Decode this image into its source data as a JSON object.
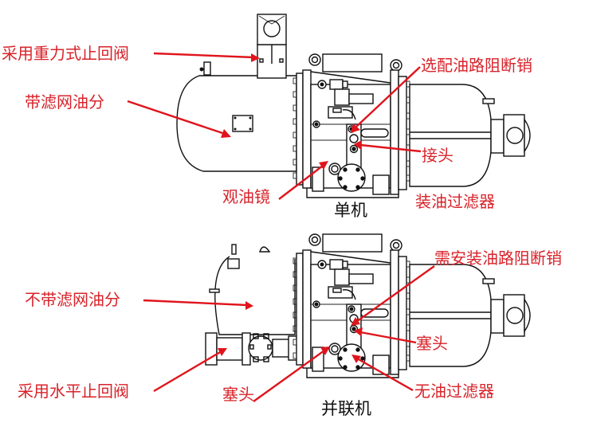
{
  "diagram": {
    "colors": {
      "label": "#d8232a",
      "arrow": "#e0141c",
      "line": "#111111",
      "caption": "#111111"
    },
    "single_unit": {
      "caption": "单机",
      "labels": {
        "check_valve": "采用重力式止回阀",
        "oil_separator": "带滤网油分",
        "sight_glass": "观油镜",
        "shutoff_pin": "选配油路阻断销",
        "fitting": "接头",
        "oil_filter": "装油过滤器"
      }
    },
    "parallel_unit": {
      "caption": "并联机",
      "labels": {
        "oil_separator": "不带滤网油分",
        "check_valve": "采用水平止回阀",
        "plug_left": "塞头",
        "shutoff_pin": "需安装油路阻断销",
        "plug_right": "塞头",
        "oil_filter": "无油过滤器"
      }
    }
  }
}
